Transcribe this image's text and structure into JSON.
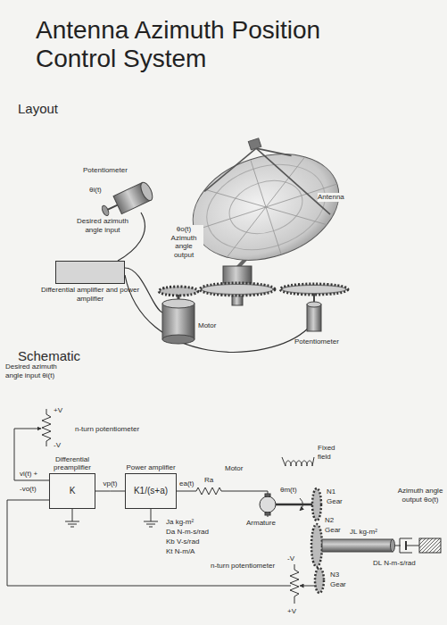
{
  "diagram": {
    "title": "Antenna Azimuth Position Control System",
    "nodes": [
      {
        "text": [
          "Differential amplifier and power amplifier"
        ]
      },
      {
        "text": [
          "Differential preamplifier",
          "K"
        ]
      },
      {
        "text": [
          "Power amplifier",
          "K1/(s+a)"
        ]
      }
    ],
    "edges": [
      {
        "from": 1,
        "to": 2,
        "label": "vp(t)",
        "arrow": "none"
      }
    ],
    "labels": [
      "Layout",
      "Potentiometer",
      "θi(t)",
      "Desired azimuth angle input",
      "Motor",
      "θo(t) Azimuth angle output",
      "Antenna",
      "Potentiometer",
      "Schematic",
      "Desired azimuth angle input θi(t)",
      "+V",
      "-V",
      "n-turn potentiometer",
      "vi(t) +",
      "-vo(t)",
      "ea(t)",
      "Ra",
      "Motor",
      "Ja kg-m²",
      "Da N-m-s/rad",
      "Kb V-s/rad",
      "Kt N-m/A",
      "Fixed field",
      "θm(t)",
      "N1",
      "Gear",
      "Armature",
      "N2",
      "Gear",
      "JL kg-m²",
      "DL N-m-s/rad",
      "Azimuth angle output θo(t)",
      "n-turn potentiometer",
      "-V",
      "+V",
      "N3",
      "Gear"
    ]
  }
}
